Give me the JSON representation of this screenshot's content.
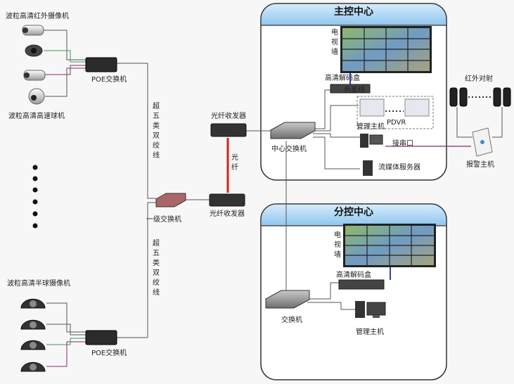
{
  "main_center": {
    "title": "主控中心",
    "video_wall": "电视墙",
    "hd_decoder": "高清解码盒",
    "color_diff_line": "色差线",
    "pdvr": "PDVR",
    "mgmt_host": "管理主机",
    "center_switch": "中心交换机",
    "serial_link": "接串口",
    "streaming_server": "流媒体服务器"
  },
  "sub_center": {
    "title": "分控中心",
    "video_wall": "电视墙",
    "hd_decoder": "高清解码盒",
    "switch": "交换机",
    "mgmt_host": "管理主机"
  },
  "cameras": {
    "ir_camera": "波粒高清红外摄像机",
    "speed_dome": "波粒高清高速球机",
    "half_dome": "波粒高清半球摄像机"
  },
  "network": {
    "poe_switch_top": "POE交换机",
    "poe_switch_bottom": "POE交换机",
    "cat5_top": "超五类双绞线",
    "cat5_bottom": "超五类双绞线",
    "level1_switch": "一级交换机",
    "fiber_tx_top": "光纤收发器",
    "fiber_tx_bottom": "光纤收发器",
    "fiber": "光纤"
  },
  "alarm": {
    "infrared_beam": "红外对射",
    "alarm_host": "报警主机"
  },
  "colors": {
    "panel_border": "#333333",
    "panel_header": "#a9d4f2",
    "fiber_line": "#d42020",
    "serial_line": "#8e2a6e",
    "video_line": "#2a3ec8",
    "net_line": "#555555"
  }
}
